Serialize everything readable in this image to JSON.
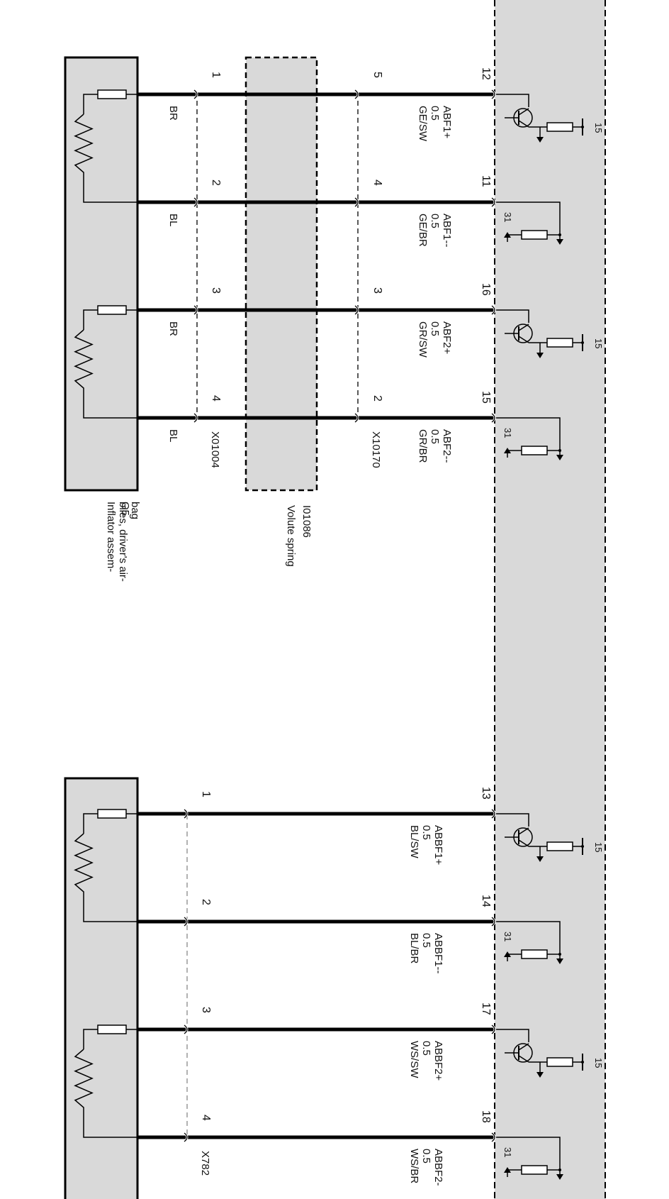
{
  "diagram": {
    "component_g5": {
      "id": "G5",
      "description": "Inflator assem-\nblies, driver's air-\nbag"
    },
    "volute_spring": {
      "id": "I01086",
      "description": "Volute spring"
    },
    "connectors": {
      "top_left": "X01004",
      "top_mid": "X10170",
      "bottom_left": "X782"
    },
    "ground_label": "31",
    "supply_label": "15",
    "wires_top": [
      {
        "ecu_pin": "12",
        "mid_pin": "5",
        "left_pin": "1",
        "signal": "ABF1+",
        "gauge": "0.5",
        "color_code": "GE/SW",
        "left_color": "BR",
        "driver": "transistor"
      },
      {
        "ecu_pin": "11",
        "mid_pin": "4",
        "left_pin": "2",
        "signal": "ABF1--",
        "gauge": "0.5",
        "color_code": "GE/BR",
        "left_color": "BL",
        "driver": "ground"
      },
      {
        "ecu_pin": "16",
        "mid_pin": "3",
        "left_pin": "3",
        "signal": "ABF2+",
        "gauge": "0.5",
        "color_code": "GR/SW",
        "left_color": "BR",
        "driver": "transistor"
      },
      {
        "ecu_pin": "15",
        "mid_pin": "2",
        "left_pin": "4",
        "signal": "ABF2--",
        "gauge": "0.5",
        "color_code": "GR/BR",
        "left_color": "BL",
        "driver": "ground"
      }
    ],
    "wires_bottom": [
      {
        "ecu_pin": "13",
        "left_pin": "1",
        "signal": "ABBF1+",
        "gauge": "0.5",
        "color_code": "BL/SW",
        "driver": "transistor"
      },
      {
        "ecu_pin": "14",
        "left_pin": "2",
        "signal": "ABBF1--",
        "gauge": "0.5",
        "color_code": "BL/BR",
        "driver": "ground"
      },
      {
        "ecu_pin": "17",
        "left_pin": "3",
        "signal": "ABBF2+",
        "gauge": "0.5",
        "color_code": "WS/SW",
        "driver": "transistor"
      },
      {
        "ecu_pin": "18",
        "left_pin": "4",
        "signal": "ABBF2-",
        "gauge": "0.5",
        "color_code": "WS/BR",
        "driver": "ground"
      }
    ],
    "colors": {
      "panel_fill": "#d9d9d9",
      "wire": "#000000",
      "background": "#ffffff"
    }
  }
}
